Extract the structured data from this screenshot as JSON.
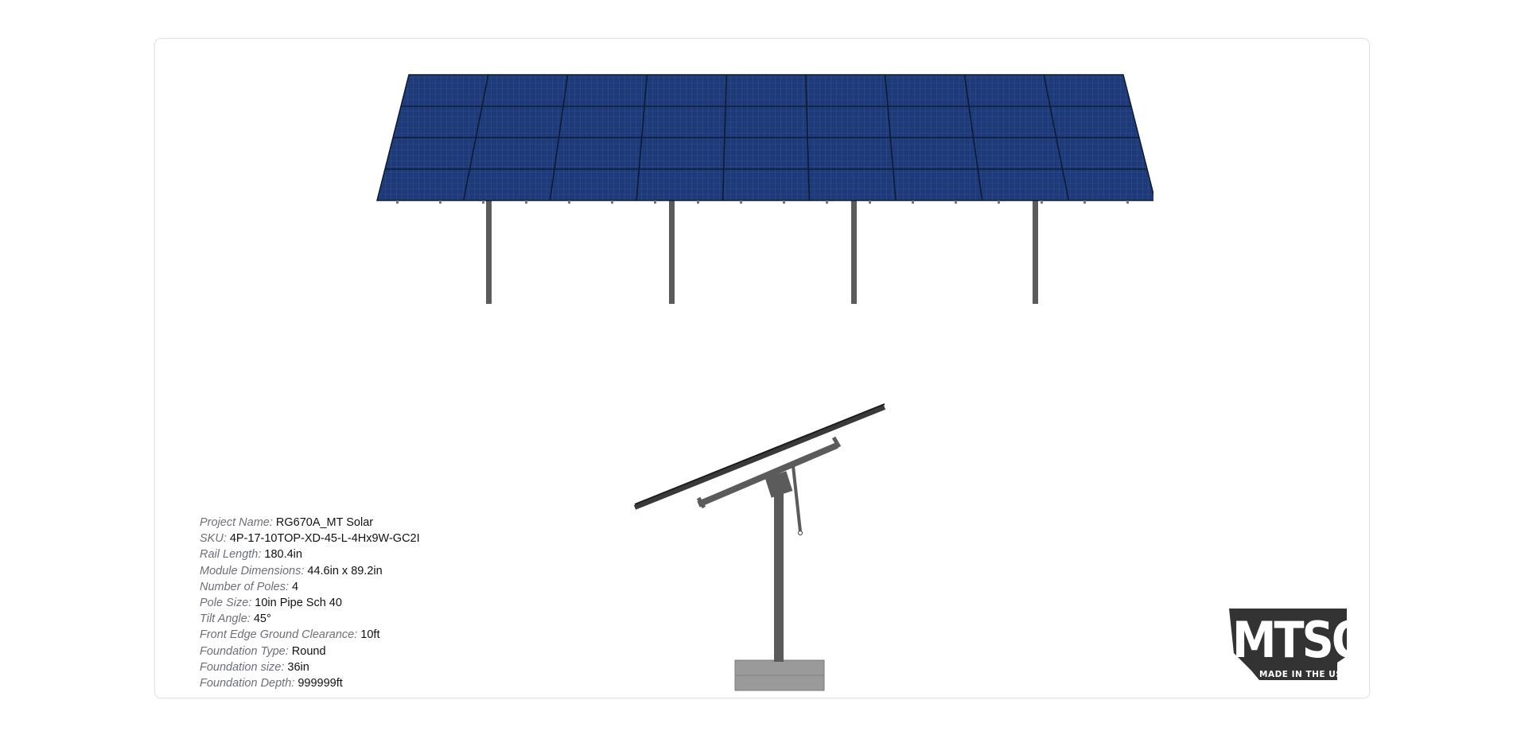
{
  "specs": [
    {
      "label": "Project Name:",
      "value": "RG670A_MT Solar"
    },
    {
      "label": "SKU:",
      "value": "4P-17-10TOP-XD-45-L-4Hx9W-GC2I"
    },
    {
      "label": "Rail Length:",
      "value": "180.4in"
    },
    {
      "label": "Module Dimensions:",
      "value": "44.6in x 89.2in"
    },
    {
      "label": "Number of Poles:",
      "value": "4"
    },
    {
      "label": "Pole Size:",
      "value": "10in Pipe Sch 40"
    },
    {
      "label": "Tilt Angle:",
      "value": "45°"
    },
    {
      "label": "Front Edge Ground Clearance:",
      "value": "10ft"
    },
    {
      "label": "Foundation Type:",
      "value": "Round"
    },
    {
      "label": "Foundation size:",
      "value": "36in"
    },
    {
      "label": "Foundation Depth:",
      "value": "999999ft"
    }
  ],
  "logo": {
    "brand": "MTSOLAR",
    "tagline": "MADE IN THE USA"
  },
  "colors": {
    "panel": "#1e3a78",
    "panel_line": "#0d1a33",
    "pole": "#5b5b5b",
    "concrete": "#9a9a9a",
    "label": "#6d6f7a"
  }
}
